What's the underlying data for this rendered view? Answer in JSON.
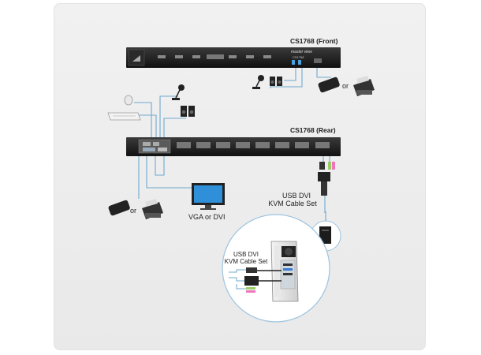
{
  "labels": {
    "front_title": "CS1768 (Front)",
    "rear_title": "CS1768 (Rear)",
    "brand_line1": "master view",
    "brand_line2": "CS1768",
    "or_front": "or",
    "or_left": "or",
    "monitor": "VGA or DVI",
    "cable_outer_line1": "USB DVI",
    "cable_outer_line2": "KVM Cable Set",
    "cable_inner_line1": "USB DVI",
    "cable_inner_line2": "KVM Cable Set"
  },
  "colors": {
    "cable": "#6fa9cf",
    "device_dark": "#1d1d1d",
    "background_card": "#eeeeee"
  },
  "icons": [
    "microphone-icon",
    "speakers-icon",
    "mouse-icon",
    "keyboard-icon",
    "printer-icon",
    "external-drive-icon",
    "monitor-icon",
    "pc-tower-icon",
    "kvm-switch-front",
    "kvm-switch-rear",
    "cable-connector-icon"
  ]
}
